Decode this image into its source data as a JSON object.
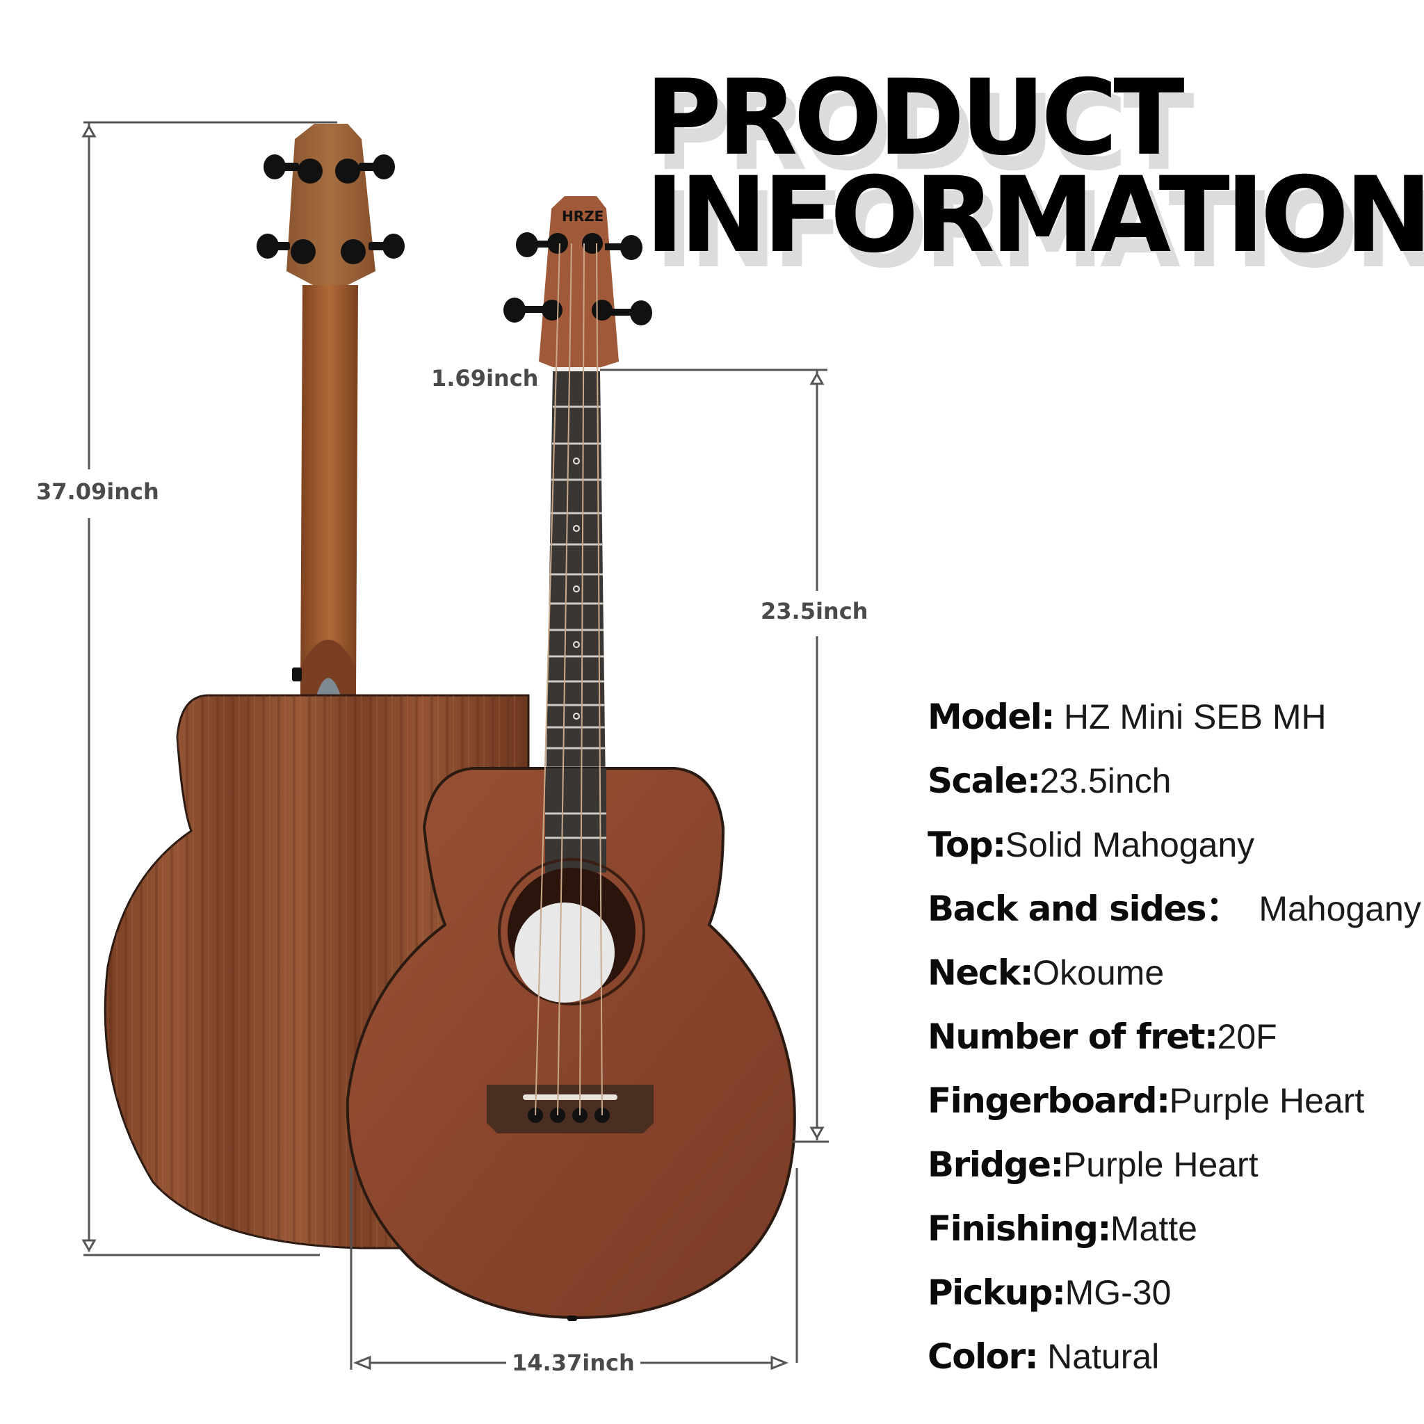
{
  "title": {
    "line1": "PRODUCT",
    "line2": "INFORMATION"
  },
  "brand": {
    "headstock_logo": "HRZE"
  },
  "dimensions": {
    "total_length": "37.09inch",
    "nut_width": "1.69inch",
    "scale_length": "23.5inch",
    "body_width": "14.37inch"
  },
  "specs": [
    {
      "key": "Model:",
      "value": " HZ Mini SEB MH"
    },
    {
      "key": "Scale:",
      "value": "23.5inch"
    },
    {
      "key": "Top:",
      "value": "Solid Mahogany"
    },
    {
      "key": "Back and sides：",
      "value": "  Mahogany"
    },
    {
      "key": "Neck:",
      "value": "Okoume"
    },
    {
      "key": "Number of fret:",
      "value": "20F"
    },
    {
      "key": "Fingerboard:",
      "value": "Purple Heart"
    },
    {
      "key": "Bridge:",
      "value": "Purple Heart"
    },
    {
      "key": "Finishing:",
      "value": "Matte"
    },
    {
      "key": "Pickup:",
      "value": "MG-30"
    },
    {
      "key": "Color:",
      "value": " Natural"
    }
  ],
  "colors": {
    "wood_back": "#8a4a2c",
    "wood_top": "#8e4a32",
    "neck": "#a8622f",
    "fingerboard": "#3a3634",
    "dimension_line": "#555555",
    "title": "#000000",
    "title_shadow": "#dcdcdc"
  }
}
